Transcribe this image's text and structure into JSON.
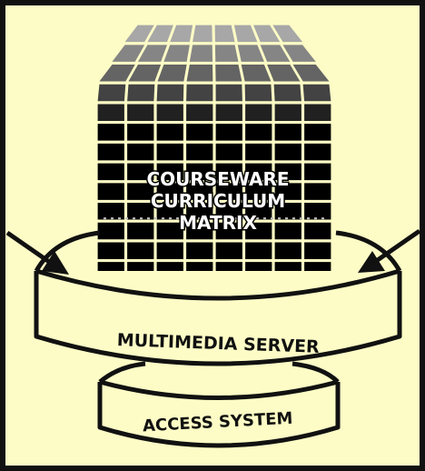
{
  "colors": {
    "background": "#fdfcc6",
    "frame": "#111111",
    "cell": "#000000",
    "cell_edge": "#ffffff",
    "ink": "#111111"
  },
  "diagram": {
    "matrix_label_lines": [
      "COURSEWARE",
      "CURRICULUM",
      "MATRIX"
    ],
    "server_label": "MULTIMEDIA SERVER",
    "access_label": "ACCESS SYSTEM",
    "matrix_grid": {
      "columns": 8,
      "rows": 14,
      "faded_top_rows": 5,
      "dotted_bands": 1
    },
    "arrows": [
      "left-arrow-into-server",
      "right-arrow-into-server"
    ]
  }
}
